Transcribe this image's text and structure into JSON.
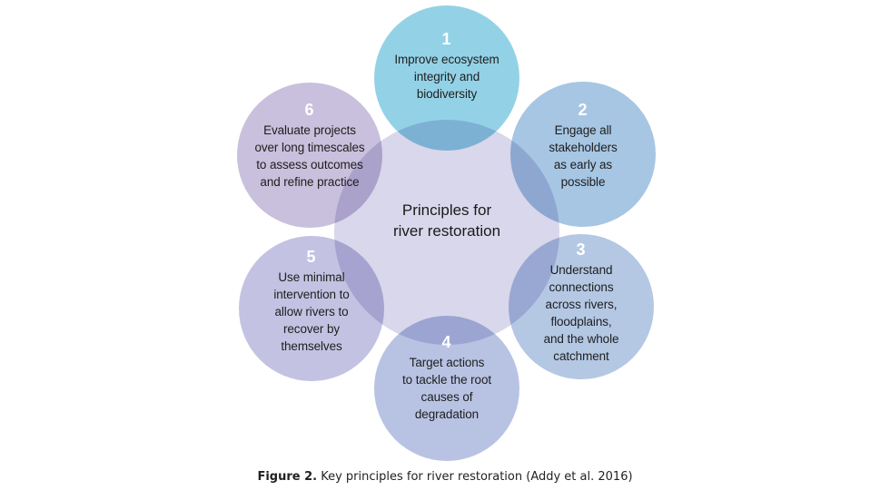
{
  "diagram": {
    "center": {
      "lines": [
        "Principles for",
        "river restoration"
      ]
    },
    "petals": [
      {
        "num": "1",
        "lines": [
          "Improve ecosystem",
          "integrity and",
          "biodiversity"
        ]
      },
      {
        "num": "2",
        "lines": [
          "Engage all",
          "stakeholders",
          "as early as",
          "possible"
        ]
      },
      {
        "num": "3",
        "lines": [
          "Understand",
          "connections",
          "across rivers,",
          "floodplains,",
          "and the whole",
          "catchment"
        ]
      },
      {
        "num": "4",
        "lines": [
          "Target actions",
          "to tackle the root",
          "causes of",
          "degradation"
        ]
      },
      {
        "num": "5",
        "lines": [
          "Use minimal",
          "intervention to",
          "allow rivers to",
          "recover by",
          "themselves"
        ]
      },
      {
        "num": "6",
        "lines": [
          "Evaluate projects",
          "over long timescales",
          "to assess outcomes",
          "and refine practice"
        ]
      }
    ]
  },
  "caption": {
    "label": "Figure 2.",
    "text": " Key principles for river restoration (Addy et al. 2016)"
  }
}
